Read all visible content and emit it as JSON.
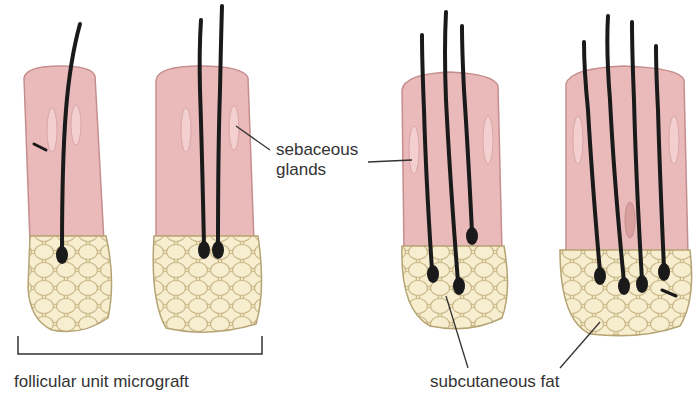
{
  "diagram": {
    "labels": [
      "sebaceous glands",
      "follicular unit micrograft",
      "subcutaneous fat"
    ]
  }
}
